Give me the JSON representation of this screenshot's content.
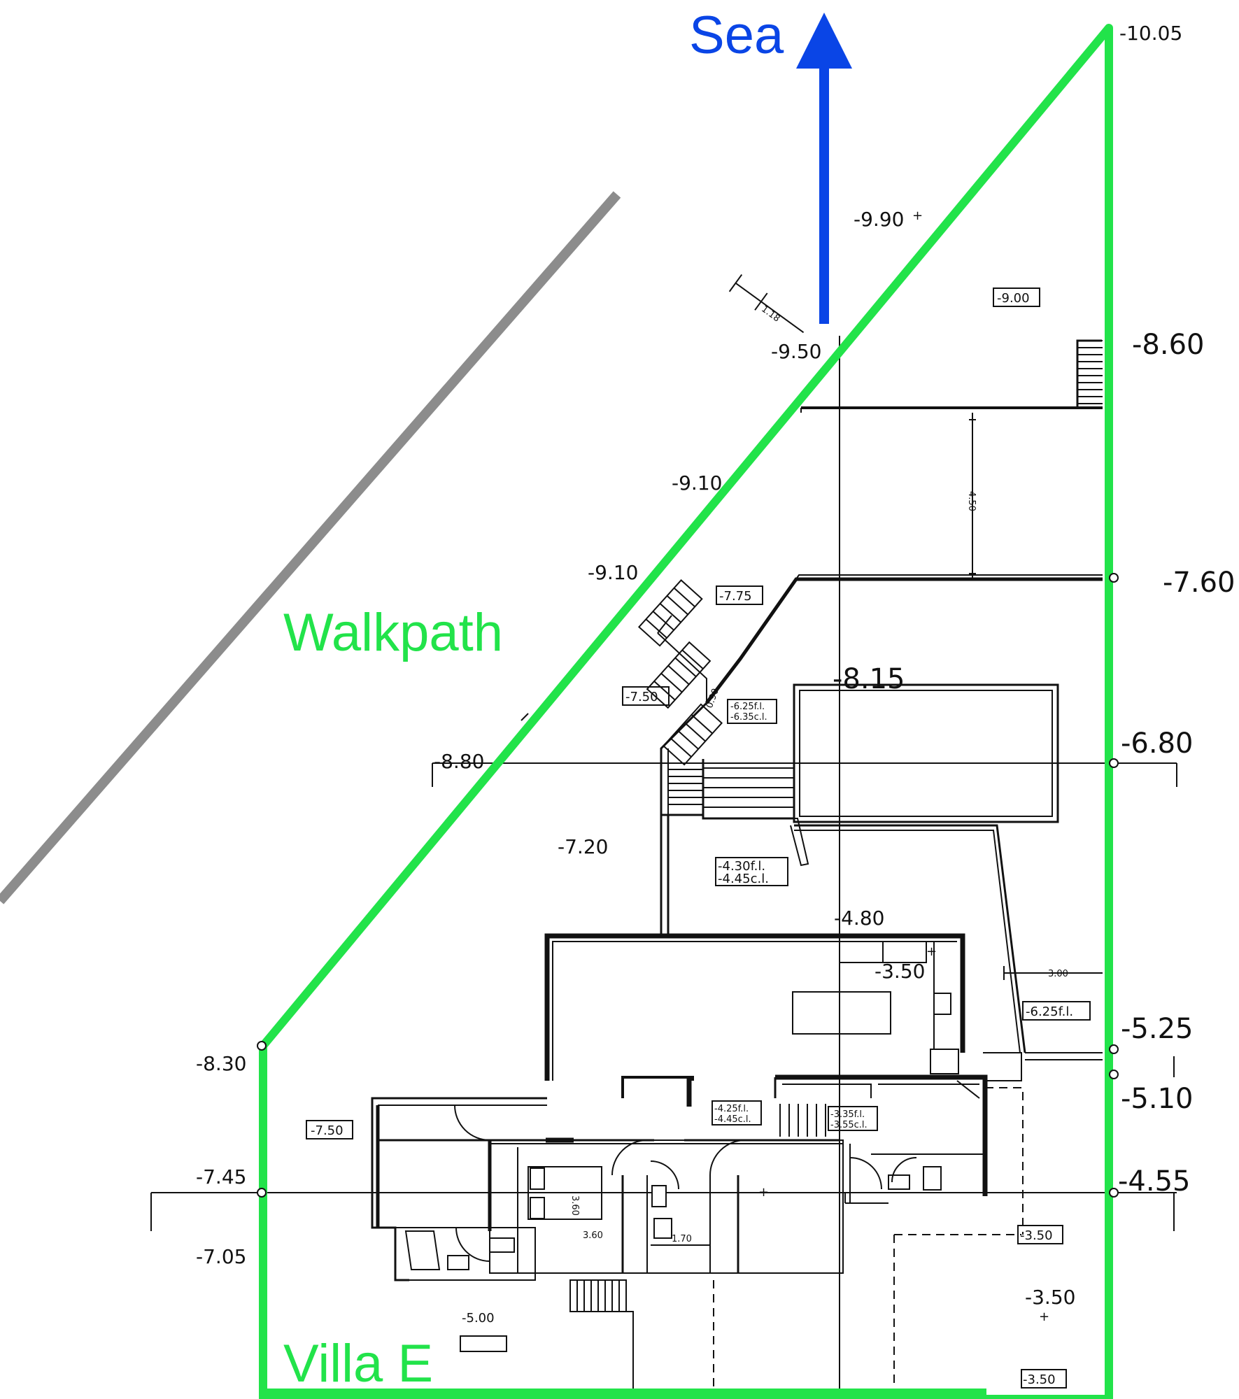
{
  "labels": {
    "sea": "Sea",
    "walkpath": "Walkpath",
    "villa": "Villa E"
  },
  "colors": {
    "boundary": "#22e34a",
    "sea_arrow": "#0a45e6",
    "path_line": "#8c8c8c",
    "linework": "#111111"
  },
  "levels": {
    "l_10_05": "-10.05",
    "l_9_90": "-9.90",
    "l_9_00": "-9.00",
    "l_9_50": "-9.50",
    "l_8_60": "-8.60",
    "l_9_10a": "-9.10",
    "l_9_10b": "-9.10",
    "l_7_60": "-7.60",
    "l_7_75": "-7.75",
    "l_7_50a": "-7.50",
    "l_8_15": "-8.15",
    "l_8_80": "-8.80",
    "l_6_80": "-6.80",
    "l_7_20": "-7.20",
    "l_4_80": "-4.80",
    "l_3_50a": "-3.50",
    "l_5_25": "-5.25",
    "l_5_10": "-5.10",
    "l_8_30": "-8.30",
    "l_7_50b": "-7.50",
    "l_7_45": "-7.45",
    "l_4_55": "-4.55",
    "l_7_05": "-7.05",
    "l_3_50b": "-3.50",
    "l_3_50c": "-3.50",
    "l_5_00": "-5.00",
    "l_3_50d": "-3.50"
  },
  "tags": {
    "t_625_fl": "-6.25f.l.",
    "t_635_cl": "-6.35c.l.",
    "t_430_fl": "-4.30f.l.",
    "t_445_cl": "-4.45c.l.",
    "t_625_fl_b": "-6.25f.l.",
    "t_425_fl": "-4.25f.l.",
    "t_445_cl_b": "-4.45c.l.",
    "t_335_fl": "-3.35f.l.",
    "t_355_cl": "-3.55c.l."
  },
  "dims": {
    "d_1_18": "1.18",
    "d_4_50": "4.50",
    "d_0_90": "0.90",
    "d_3_00": "3.00",
    "d_3_60a": "3.60",
    "d_3_60b": "3.60",
    "d_1_70": "1.70"
  }
}
